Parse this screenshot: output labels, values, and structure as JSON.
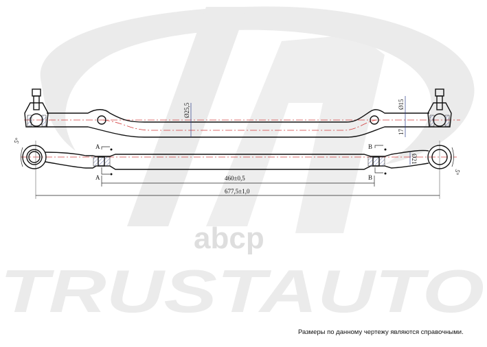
{
  "watermark": {
    "brand": "TRUSTAUTO",
    "site": "abcp"
  },
  "dimensions": {
    "rod_diameter": "Ø25,5",
    "pin_diameter": "Ø15",
    "offset": "17",
    "end_diameter": "Ø21",
    "clamp_distance": "460±0,5",
    "overall_length": "677,5±1,0",
    "angle_left": "5°",
    "angle_right": "5°"
  },
  "section_labels": {
    "a": "A",
    "b": "B"
  },
  "note": "Размеры по данному чертежу являются справочными.",
  "colors": {
    "outline": "#111111",
    "centerline": "#d23c3c",
    "dimension": "#2a3d8a",
    "watermark": "#ebebeb"
  }
}
